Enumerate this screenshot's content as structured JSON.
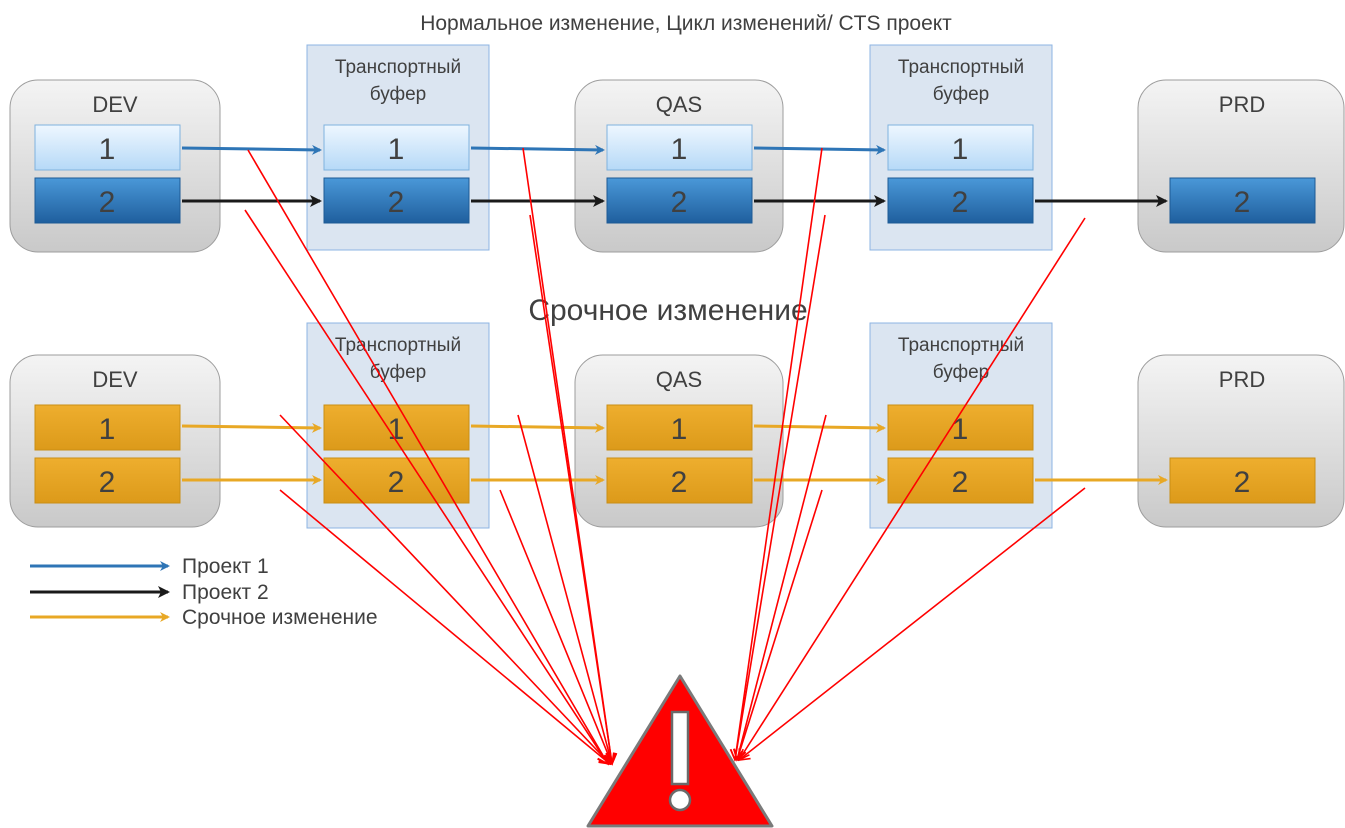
{
  "sections": {
    "normal": {
      "title": "Нормальное изменение, Цикл изменений/ CTS проект"
    },
    "urgent": {
      "title": "Срочное изменение"
    }
  },
  "systems": {
    "dev": "DEV",
    "qas": "QAS",
    "prd": "PRD"
  },
  "buffer": {
    "line1": "Транспортный",
    "line2": "буфер"
  },
  "transports": {
    "one": "1",
    "two": "2"
  },
  "legend": [
    {
      "label": "Проект 1",
      "color": "#2e75b6"
    },
    {
      "label": "Проект 2",
      "color": "#1a1a1a"
    },
    {
      "label": "Срочное изменение",
      "color": "#e8a825"
    }
  ],
  "colors": {
    "project1_box": "#d4e9fb",
    "project2_box": "#2f7cc0",
    "urgent_box": "#e8a825",
    "buffer_bg": "#dbe5f1",
    "system_bg": "#e3e3e3",
    "warning": "#ff0000"
  },
  "warning_icon": "warning-triangle-icon"
}
